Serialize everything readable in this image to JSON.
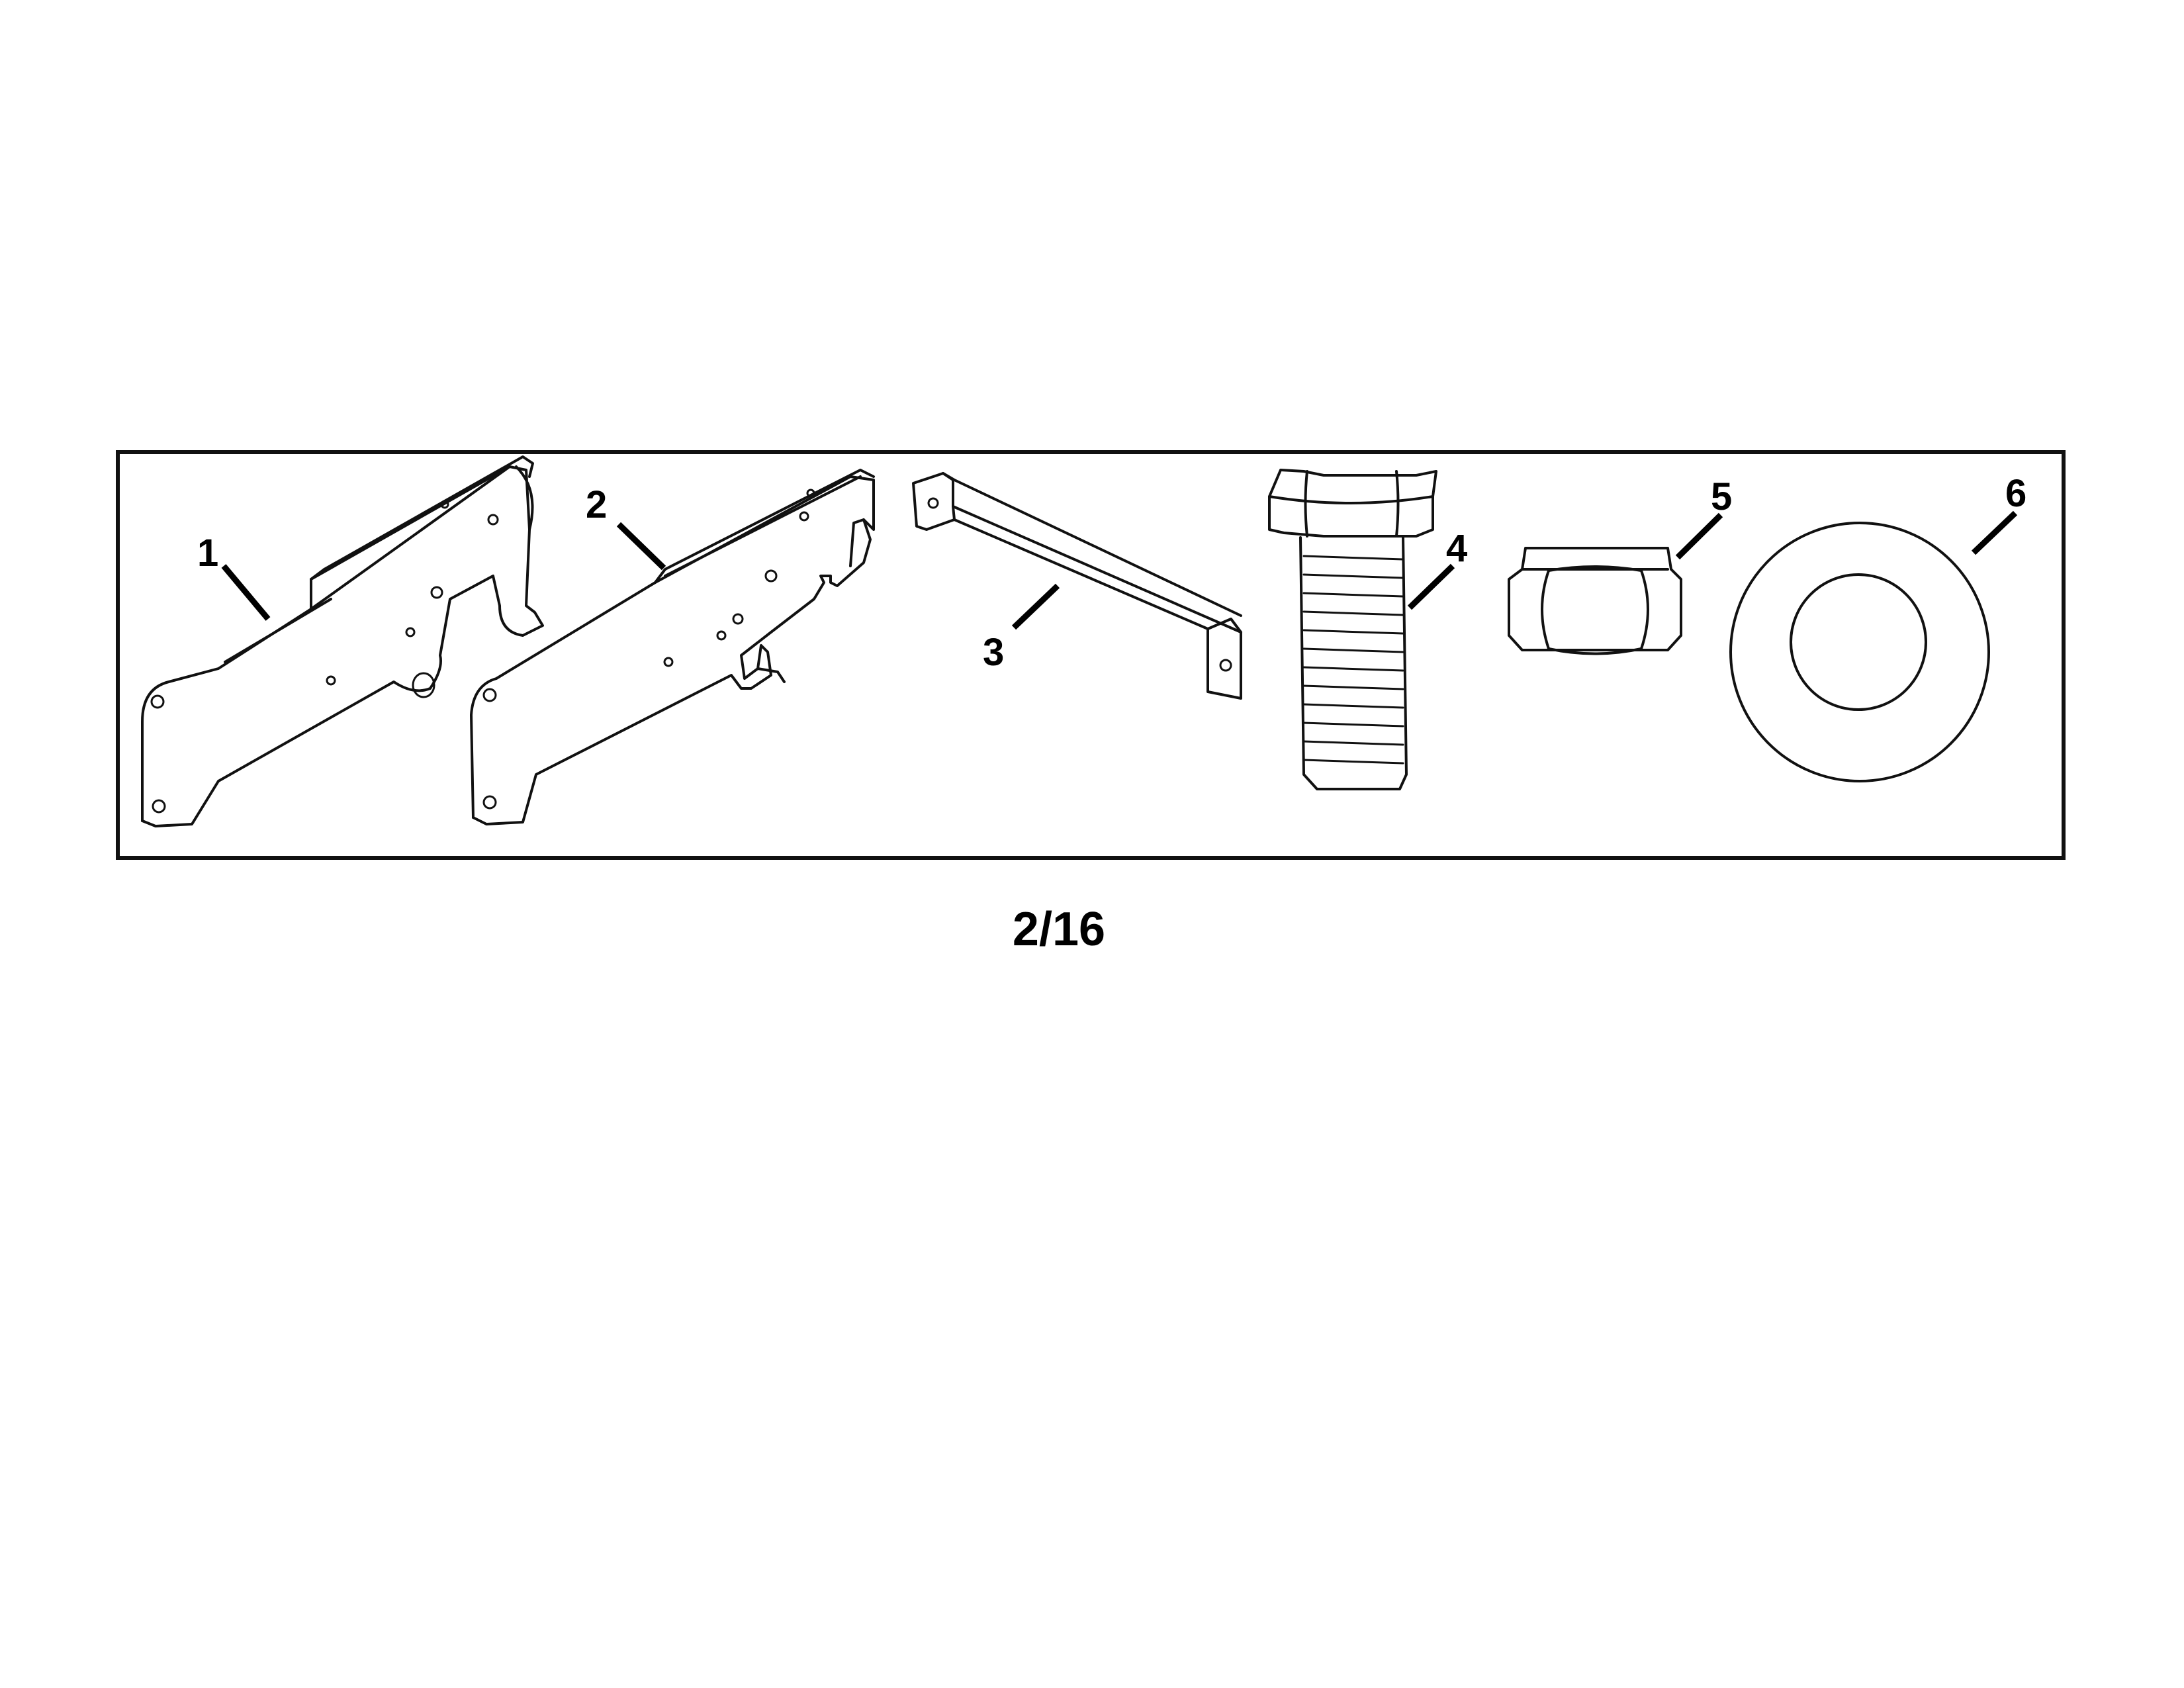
{
  "callouts": {
    "part1": "1",
    "part2": "2",
    "part3": "3",
    "part4": "4",
    "part5": "5",
    "part6": "6"
  },
  "page_label": "2/16"
}
